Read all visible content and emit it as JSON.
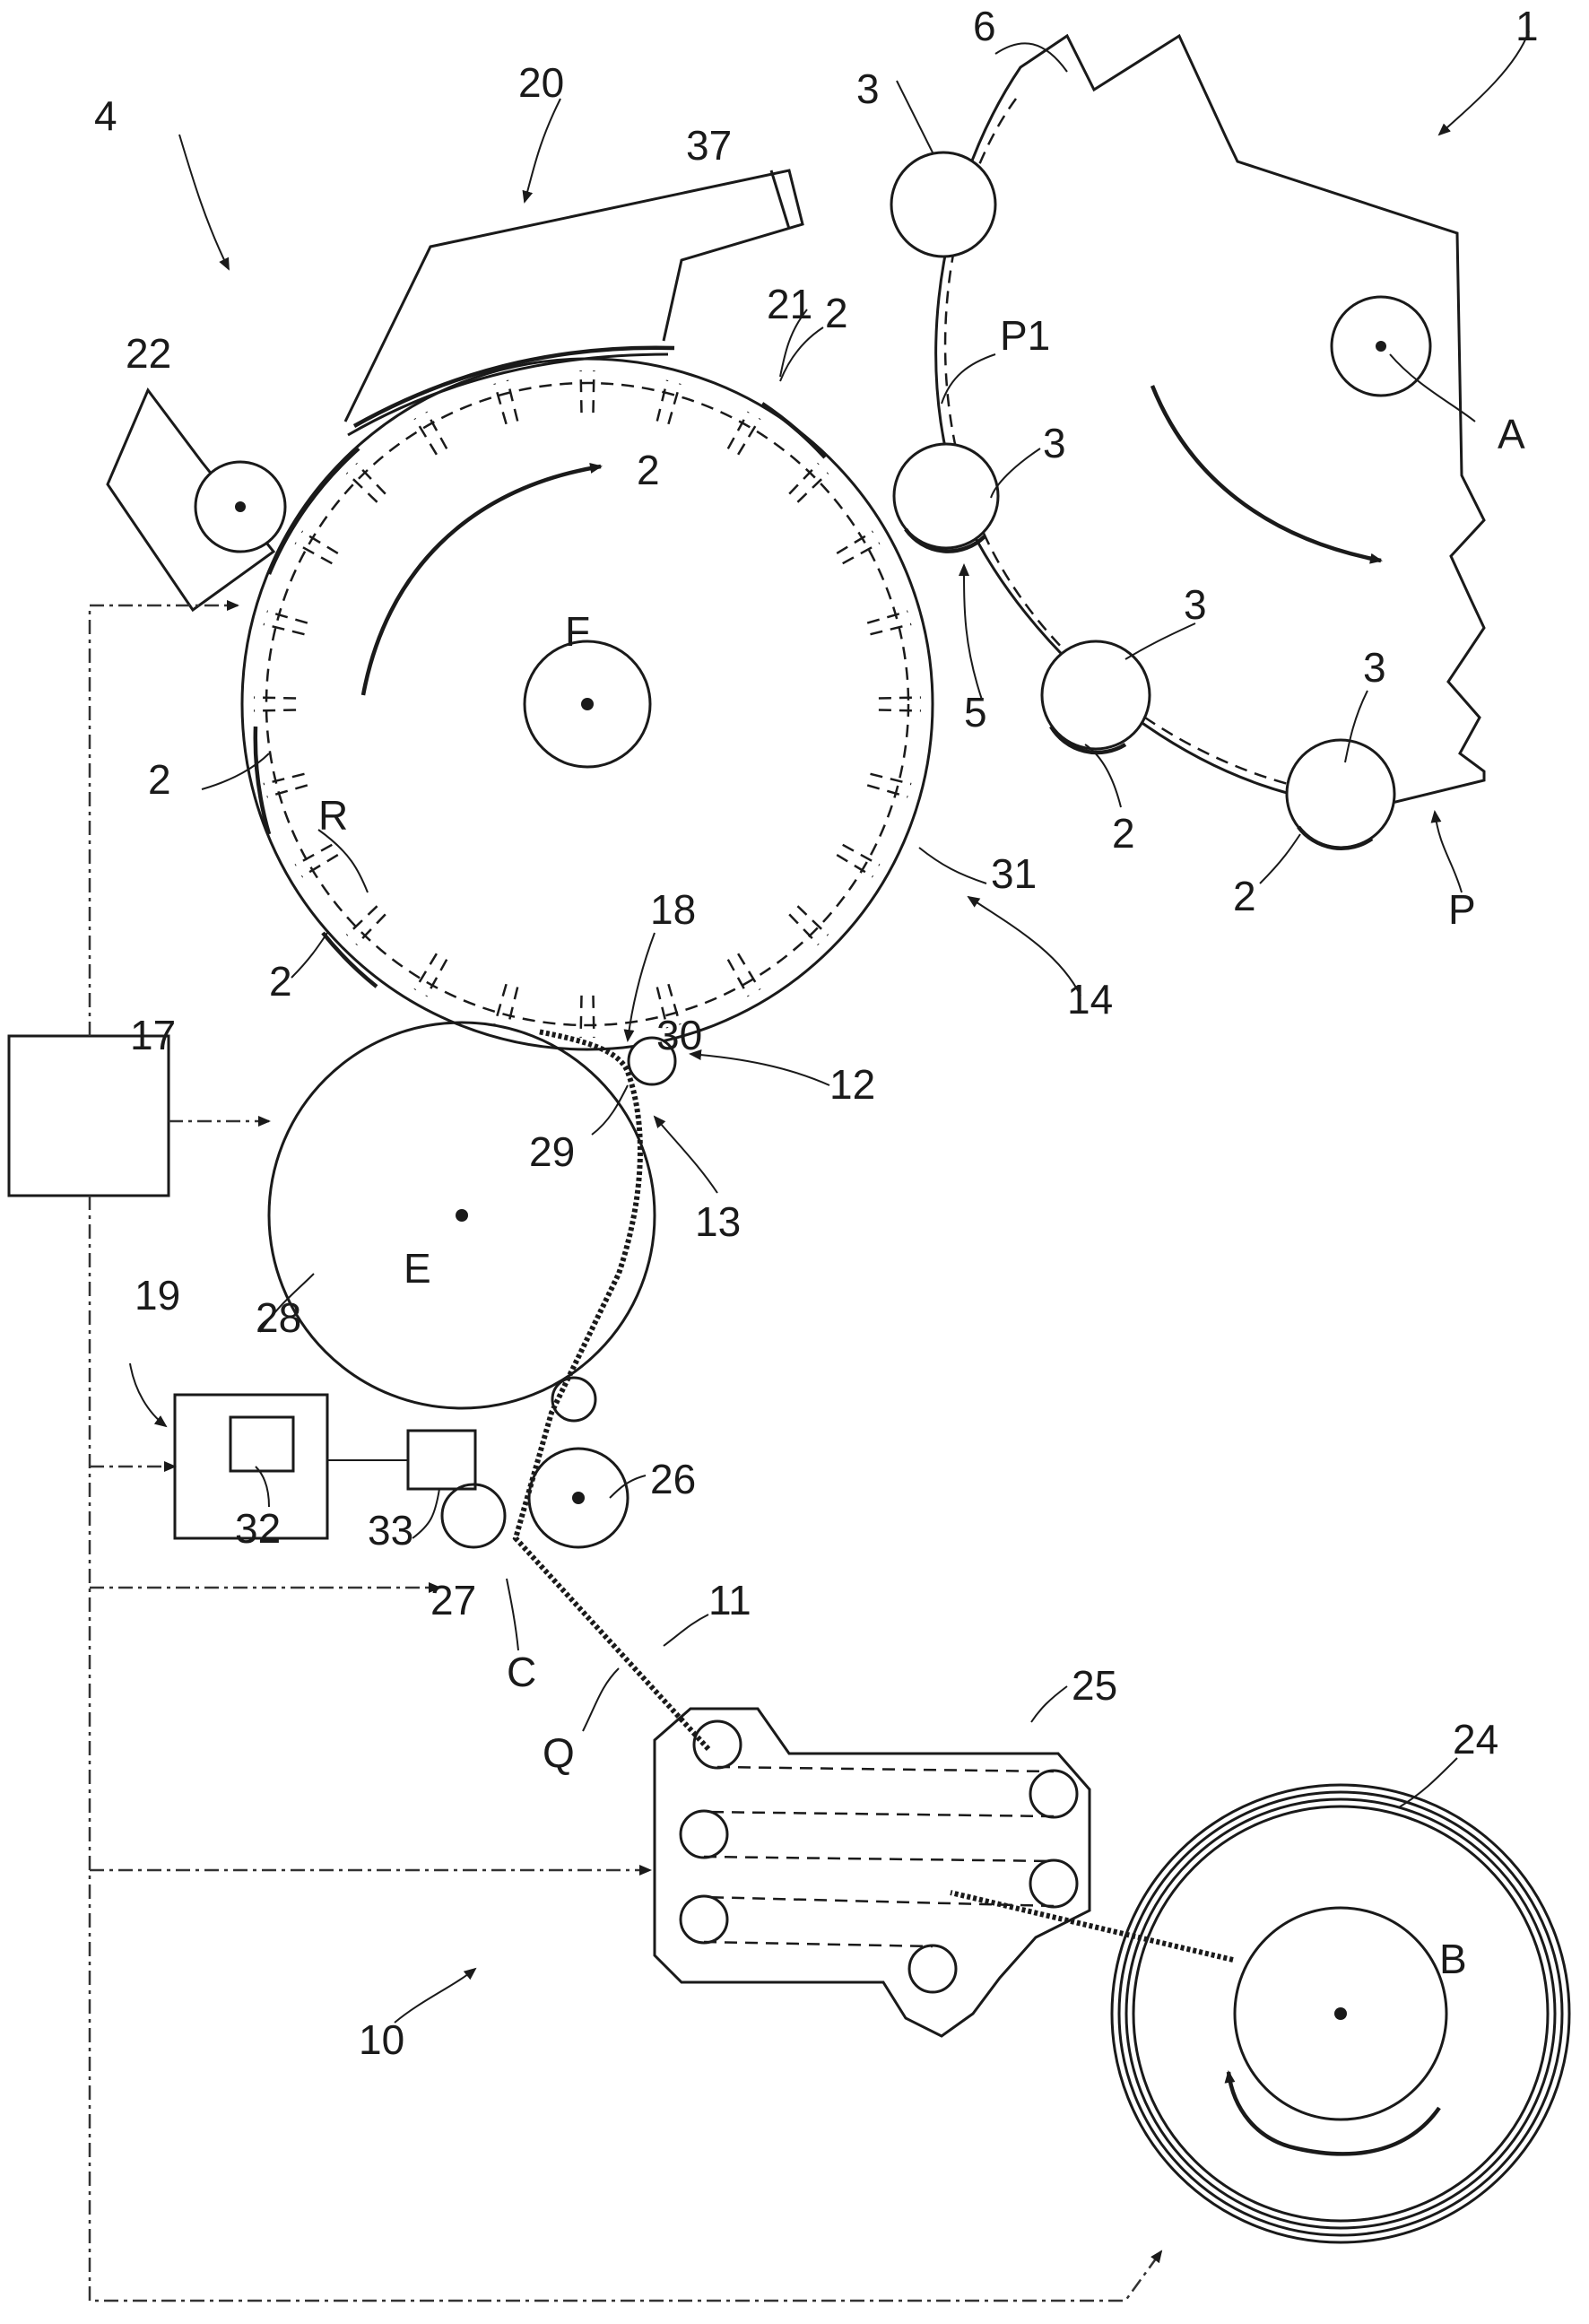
{
  "figure": {
    "labels": {
      "n1": "1",
      "n2": "2",
      "n3": "3",
      "n4": "4",
      "n5": "5",
      "n6": "6",
      "n10": "10",
      "n11": "11",
      "n12": "12",
      "n13": "13",
      "n14": "14",
      "n17": "17",
      "n18": "18",
      "n19": "19",
      "n20": "20",
      "n21": "21",
      "n22": "22",
      "n24": "24",
      "n25": "25",
      "n26": "26",
      "n27": "27",
      "n28": "28",
      "n29": "29",
      "n30": "30",
      "n31": "31",
      "n32": "32",
      "n33": "33",
      "n37": "37",
      "A": "A",
      "B": "B",
      "C": "C",
      "E": "E",
      "F": "F",
      "P": "P",
      "P1": "P1",
      "Q": "Q",
      "R": "R"
    }
  }
}
